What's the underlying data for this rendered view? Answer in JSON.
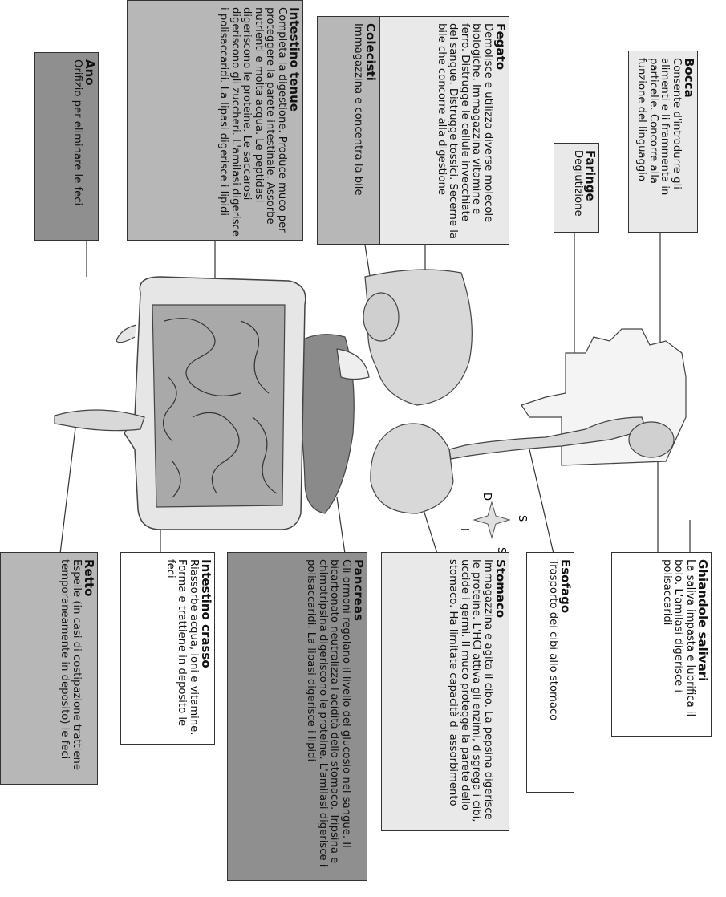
{
  "labels": {
    "bocca": {
      "title": "Bocca",
      "body": "Consente d'introdurre gli alimenti e li frammenta in particelle. Concorre alla funzione del linguaggio"
    },
    "faringe": {
      "title": "Faringe",
      "body": "Deglutizione"
    },
    "fegato": {
      "title": "Fegato",
      "body": "Demolisce e utilizza diverse molecole biologiche. Immagazzina vitamine e ferro. Distrugge le cellule invecchiate del sangue. Distrugge tossici. Secerne la bile che concorre alla digestione"
    },
    "colecisti": {
      "title": "Colecisti",
      "body": "Immagazzina e concentra la bile"
    },
    "intestino_tenue": {
      "title": "Intestino tenue",
      "body": "Completa la digestione. Produce muco per proteggere la parete intestinale. Assorbe nutrienti e molta acqua. Le peptidasi digeriscono le proteine. Le saccarosi digeriscono gli zuccheri. L'amilasi digerisce i polisaccaridi. La lipasi digerisce i lipidi"
    },
    "ano": {
      "title": "Ano",
      "body": "Orifizio per eliminare le feci"
    },
    "ghiandole_salivari": {
      "title": "Ghiandole salivari",
      "body": "La saliva impasta e lubrifica il bolo. L'amilasi digerisce i polisaccaridi"
    },
    "esofago": {
      "title": "Esofago",
      "body": "Trasporto dei cibi allo stomaco"
    },
    "stomaco": {
      "title": "Stomaco",
      "body": "Immagazzina e agita il cibo. La pepsina digerisce le proteine. L'HCl attiva gli enzimi, disgrega i cibi, uccide i germi. Il muco protegge la parete dello stomaco. Ha limitate capacità di assorbimento"
    },
    "pancreas": {
      "title": "Pancreas",
      "body": "Gli ormoni regolano il livello del glucosio nel sangue. Il bicarbonato neutralizza l'acidità dello stomaco. Tripsina e chimotripsina digeriscono le proteine. L'amilasi digerisce i polisaccaridi. La lipasi digerisce i lipidi"
    },
    "intestino_crasso": {
      "title": "Intestino crasso",
      "body": "Riassorbe acqua, ioni e vitamine. Forma e trattiene in deposito le feci"
    },
    "retto": {
      "title": "Retto",
      "body": "Espelle (in casi di costipazione trattiene temporaneamente in deposito) le feci"
    }
  },
  "compass": {
    "top": "S",
    "bottom": "I",
    "left": "D",
    "right": "S"
  },
  "colors": {
    "light": "#e9e9e9",
    "mid": "#b7b7b7",
    "dark": "#8f8f8f",
    "organ": "#d8d8d8",
    "organ_dark": "#8a8a8a",
    "line": "#333333"
  }
}
